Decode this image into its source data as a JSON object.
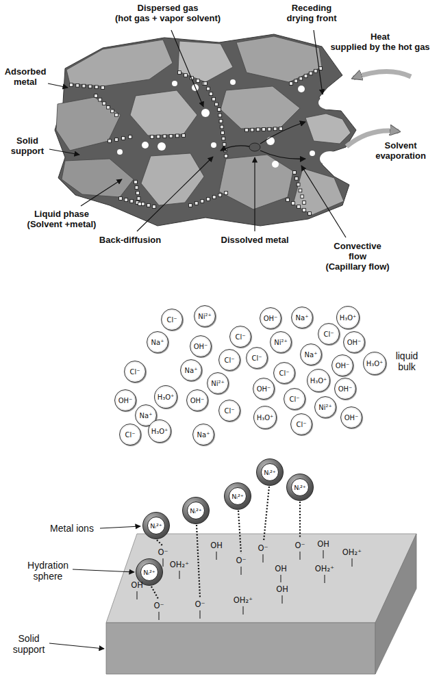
{
  "diagram": {
    "nodes": [
      {
        "text": [
          "Cl⁻"
        ]
      },
      {
        "text": [
          "Ni²⁺"
        ]
      },
      {
        "text": [
          "OH⁻"
        ]
      },
      {
        "text": [
          "Na⁺"
        ]
      },
      {
        "text": [
          "H₃O⁺"
        ]
      },
      {
        "text": [
          "Na⁺"
        ]
      },
      {
        "text": [
          "OH⁻"
        ]
      },
      {
        "text": [
          "Cl⁻"
        ]
      },
      {
        "text": [
          "Ni²⁺"
        ]
      },
      {
        "text": [
          "Cl⁻"
        ]
      },
      {
        "text": [
          "OH⁻"
        ]
      },
      {
        "text": [
          "Cl⁻"
        ]
      },
      {
        "text": [
          "Na⁺"
        ]
      },
      {
        "text": [
          "Cl⁻"
        ]
      },
      {
        "text": [
          "Cl⁻"
        ]
      },
      {
        "text": [
          "Na⁺"
        ]
      },
      {
        "text": [
          "OH⁻"
        ]
      },
      {
        "text": [
          "H₃O⁺"
        ]
      },
      {
        "text": [
          "Ni²⁺"
        ]
      },
      {
        "text": [
          "Cl⁻"
        ]
      },
      {
        "text": [
          "OH⁻"
        ]
      },
      {
        "text": [
          "H₃O⁺"
        ]
      },
      {
        "text": [
          "H₃O⁺"
        ]
      },
      {
        "text": [
          "OH⁻"
        ]
      },
      {
        "text": [
          "OH⁻"
        ]
      },
      {
        "text": [
          "Cl⁻"
        ]
      },
      {
        "text": [
          "Cl⁻"
        ]
      },
      {
        "text": [
          "Na⁺"
        ]
      },
      {
        "text": [
          "OH⁻"
        ]
      },
      {
        "text": [
          "OH⁻"
        ]
      },
      {
        "text": [
          "H₃O⁺"
        ]
      },
      {
        "text": [
          "Cl⁻"
        ]
      },
      {
        "text": [
          "Ni²⁺"
        ]
      },
      {
        "text": [
          "Cl⁻"
        ]
      },
      {
        "text": [
          "H₃O⁺"
        ]
      },
      {
        "text": [
          "Na⁺"
        ]
      },
      {
        "text": [
          "Nᵢ²⁺"
        ]
      },
      {
        "text": [
          "Nᵢ²⁺"
        ]
      },
      {
        "text": [
          "Nᵢ²⁺"
        ]
      },
      {
        "text": [
          "Nᵢ²⁺"
        ]
      },
      {
        "text": [
          "Nᵢ²⁺"
        ]
      },
      {
        "text": [
          "Nᵢ²⁺"
        ]
      }
    ],
    "labels": [
      "Dispersed gas (hot gas + vapor solvent)",
      "Receding drying front",
      "Heat supplied by the hot gas",
      "Adsorbed metal",
      "Solid support",
      "Solvent evaporation",
      "Liquid phase (Solvent +metal)",
      "Back-diffusion",
      "Dissolved metal",
      "Convective flow (Capillary flow)",
      "liquid bulk",
      "Metal ions",
      "Hydration sphere",
      "Solid support",
      "O⁻",
      "O⁻",
      "O⁻",
      "O⁻",
      "O⁻",
      "O⁻",
      "OH",
      "OH",
      "OH₂⁺",
      "OH₂⁺",
      "OH",
      "OH",
      "OH",
      "OH₂⁺",
      "OH₂⁺"
    ]
  }
}
